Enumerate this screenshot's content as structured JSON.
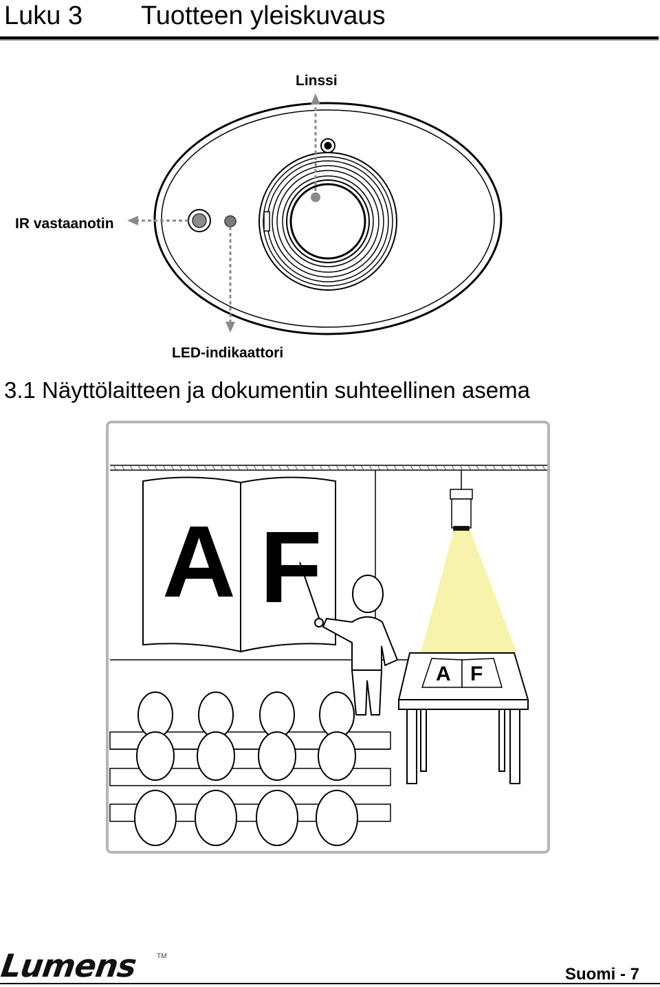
{
  "header": {
    "chapter_number": "Luku 3",
    "chapter_title": "Tuotteen yleiskuvaus"
  },
  "camera_diagram": {
    "labels": {
      "lens": "Linssi",
      "ir_receiver": "IR vastaanotin",
      "led_indicator": "LED-indikaattori"
    }
  },
  "section": {
    "heading": "3.1 Näyttölaitteen ja dokumentin suhteellinen asema"
  },
  "illustration": {
    "screen_letters": [
      "A",
      "F"
    ],
    "document_letters": [
      "A",
      "F"
    ]
  },
  "footer": {
    "brand": "Lumens",
    "trademark": "TM",
    "page_label": "Suomi  -  7"
  }
}
